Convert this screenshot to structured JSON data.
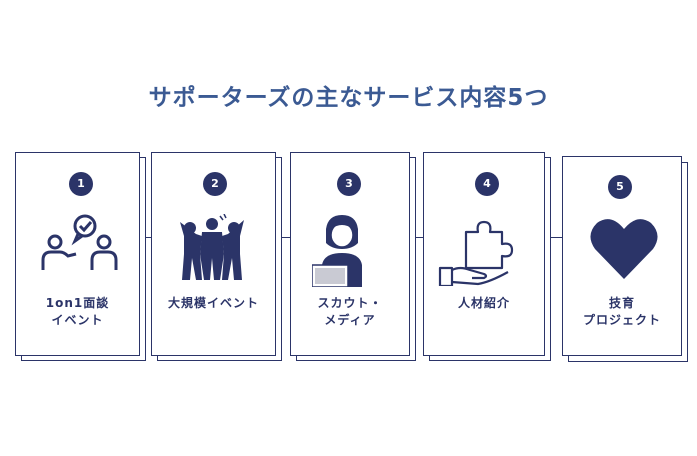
{
  "title": "サポーターズの主なサービス内容5つ",
  "services": [
    {
      "number": "1",
      "lines": [
        "1on1面談",
        "イベント"
      ],
      "icon": "one-on-one-meeting-icon"
    },
    {
      "number": "2",
      "lines": [
        "大規模イベント"
      ],
      "icon": "crowd-event-icon"
    },
    {
      "number": "3",
      "lines": [
        "スカウト・",
        "メディア"
      ],
      "icon": "person-laptop-icon"
    },
    {
      "number": "4",
      "lines": [
        "人材紹介"
      ],
      "icon": "puzzle-hand-icon"
    },
    {
      "number": "5",
      "lines": [
        "技育",
        "プロジェクト"
      ],
      "icon": "heart-icon"
    }
  ],
  "colors": {
    "navy": "#2b3468",
    "title": "#3b5a93"
  }
}
